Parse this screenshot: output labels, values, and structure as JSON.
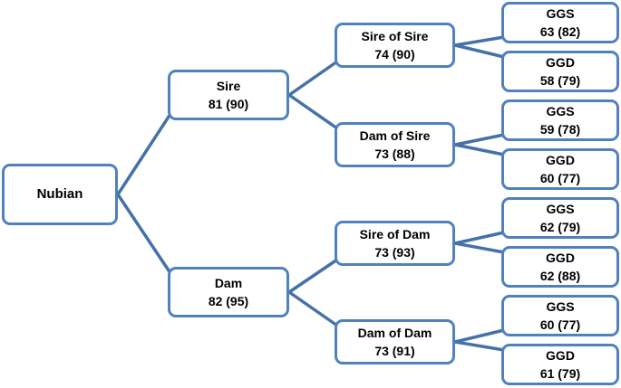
{
  "diagram": {
    "type": "pedigree-tree",
    "accent_color": "#4f81bd",
    "connector_color": "#4472a8",
    "text_color": "#000000",
    "nodes": {
      "root": {
        "label": "Nubian",
        "value": ""
      },
      "sire": {
        "label": "Sire",
        "value": "81 (90)"
      },
      "dam": {
        "label": "Dam",
        "value": "82 (95)"
      },
      "sire_of_sire": {
        "label": "Sire of Sire",
        "value": "74 (90)"
      },
      "dam_of_sire": {
        "label": "Dam of Sire",
        "value": "73 (88)"
      },
      "sire_of_dam": {
        "label": "Sire of Dam",
        "value": "73 (93)"
      },
      "dam_of_dam": {
        "label": "Dam of Dam",
        "value": "73 (91)"
      },
      "ggs_of_sire_of_sire": {
        "label": "GGS",
        "value": "63 (82)"
      },
      "ggd_of_sire_of_sire": {
        "label": "GGD",
        "value": "58 (79)"
      },
      "ggs_of_dam_of_sire": {
        "label": "GGS",
        "value": "59 (78)"
      },
      "ggd_of_dam_of_sire": {
        "label": "GGD",
        "value": "60 (77)"
      },
      "ggs_of_sire_of_dam": {
        "label": "GGS",
        "value": "62 (79)"
      },
      "ggd_of_sire_of_dam": {
        "label": "GGD",
        "value": "62 (88)"
      },
      "ggs_of_dam_of_dam": {
        "label": "GGS",
        "value": "60 (77)"
      },
      "ggd_of_dam_of_dam": {
        "label": "GGD",
        "value": "61 (79)"
      }
    }
  }
}
